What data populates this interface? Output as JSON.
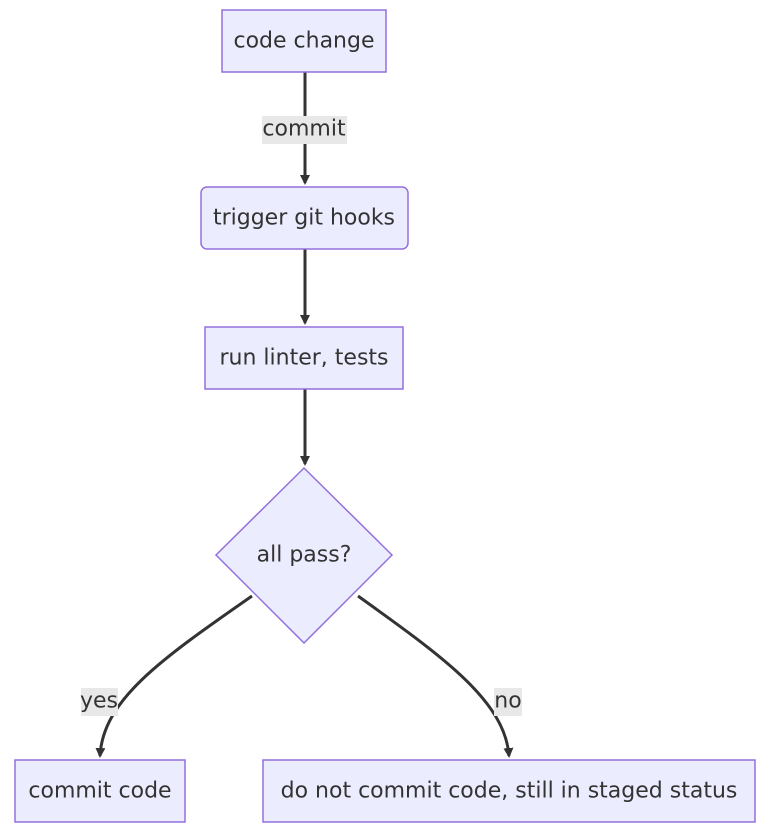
{
  "diagram": {
    "type": "flowchart",
    "nodes": {
      "code_change": "code change",
      "trigger_hooks": "trigger git hooks",
      "run_checks": "run linter, tests",
      "decision": "all pass?",
      "commit_code": "commit code",
      "no_commit": "do not commit code, still in staged status"
    },
    "edges": {
      "commit": "commit",
      "yes": "yes",
      "no": "no"
    },
    "colors": {
      "node_fill": "#ececff",
      "node_stroke": "#9370db",
      "edge": "#333333",
      "edge_label_bg": "#e8e8e8",
      "text": "#333333"
    }
  }
}
